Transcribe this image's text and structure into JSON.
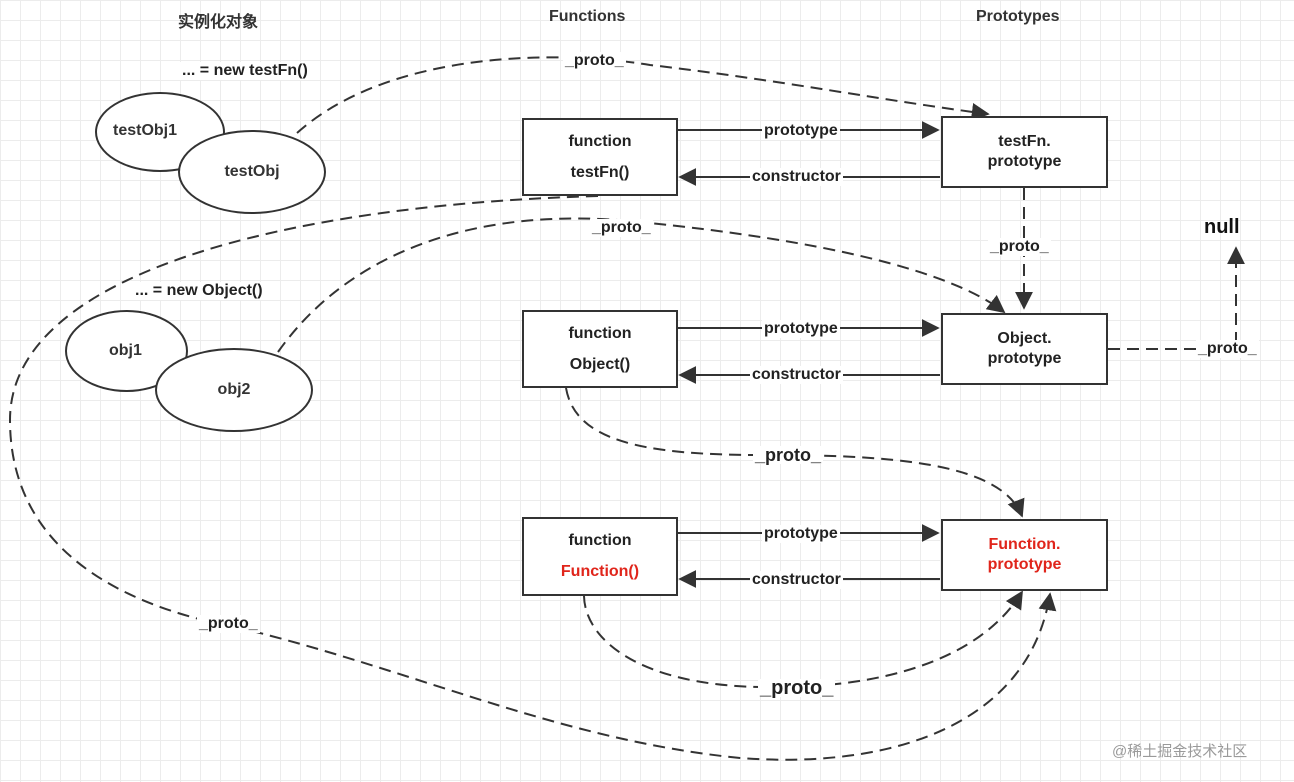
{
  "headers": {
    "instances": "实例化对象",
    "functions": "Functions",
    "prototypes": "Prototypes"
  },
  "instances": {
    "new_testfn": "... = new testFn()",
    "testobj1": "testObj1",
    "testobj": "testObj",
    "new_object": "... = new Object()",
    "obj1": "obj1",
    "obj2": "obj2"
  },
  "functions": {
    "testfn": {
      "line1": "function",
      "line2": "testFn()"
    },
    "object": {
      "line1": "function",
      "line2": "Object()"
    },
    "function": {
      "line1": "function",
      "line2": "Function()"
    }
  },
  "prototypes": {
    "testfn": {
      "line1": "testFn.",
      "line2": "prototype"
    },
    "object": {
      "line1": "Object.",
      "line2": "prototype"
    },
    "function": {
      "line1": "Function.",
      "line2": "prototype"
    }
  },
  "null_label": "null",
  "edge_labels": {
    "prototype": "prototype",
    "constructor": "constructor",
    "proto_top": "_proto_",
    "proto_mid": "_proto_",
    "proto_testfn_object": "_proto_",
    "proto_null": "_proto_",
    "proto_object_fn": "_proto_",
    "proto_left": "_proto_",
    "proto_bottom": "_proto_"
  },
  "colors": {
    "line": "#333333",
    "highlight": "#e0251b",
    "grid": "#ececec",
    "watermark": "#9a9a9a"
  },
  "watermark": "@稀土掘金技术社区"
}
